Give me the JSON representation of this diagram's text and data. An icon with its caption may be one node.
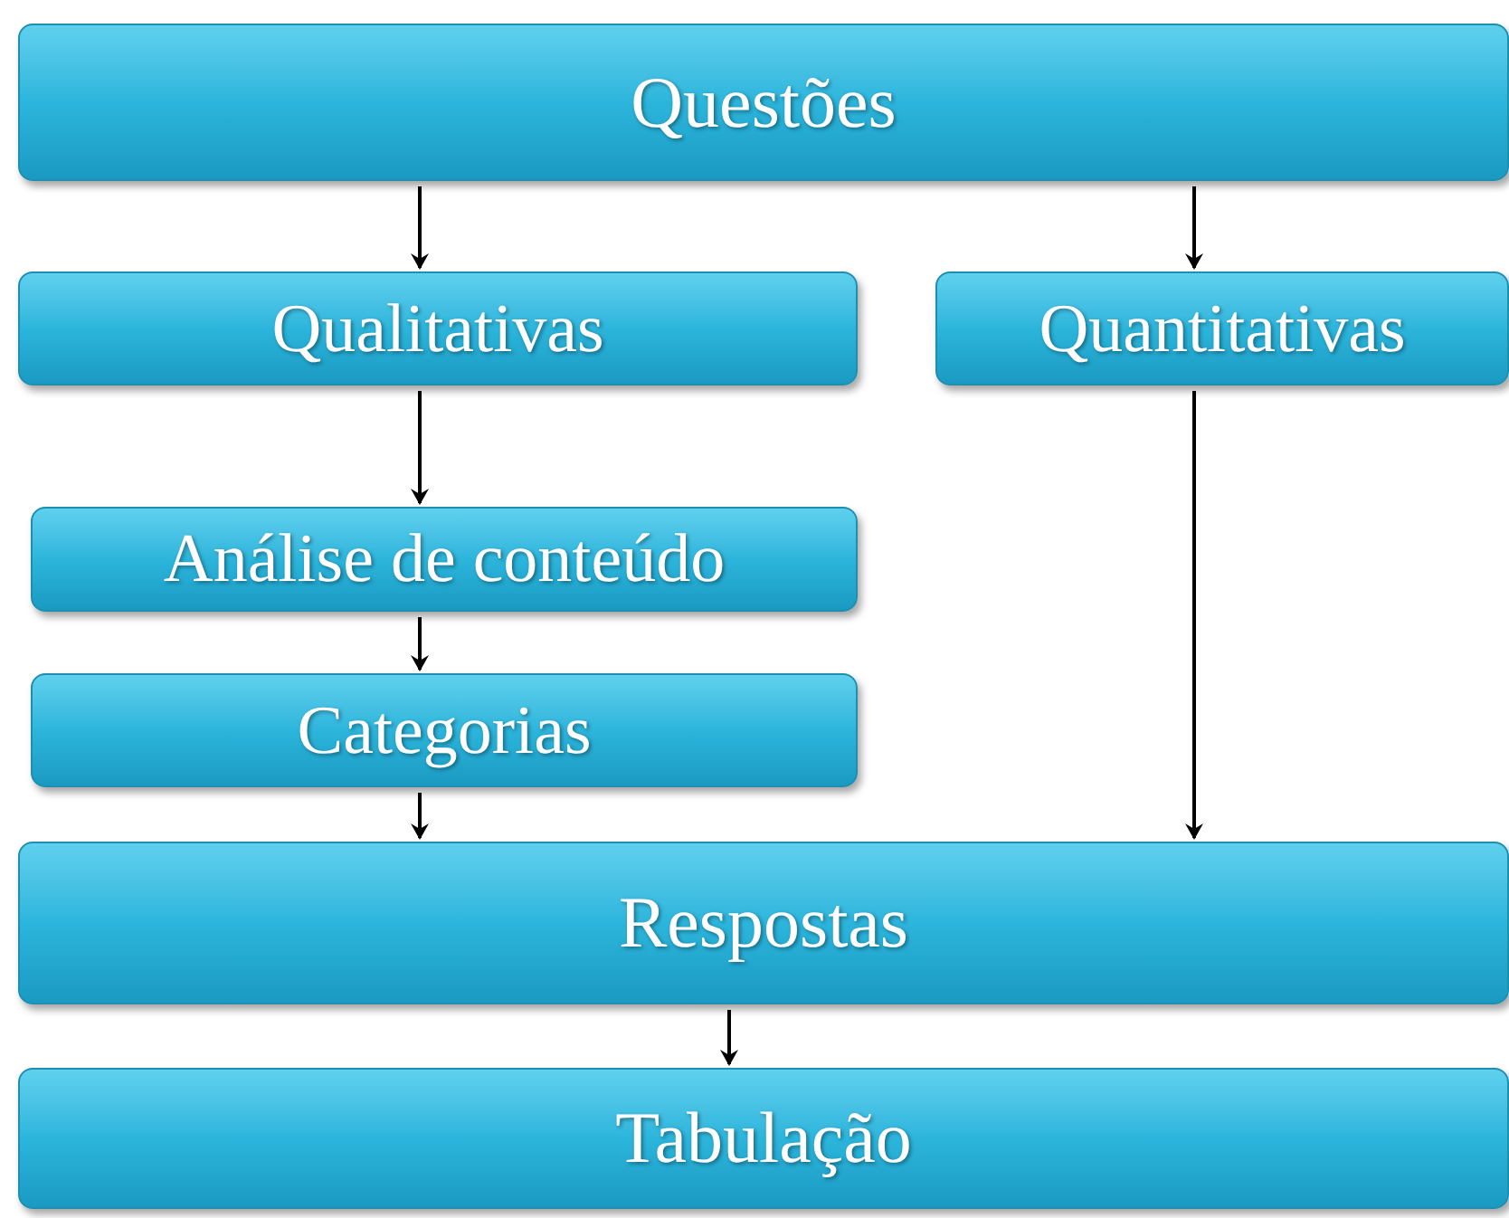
{
  "diagram": {
    "nodes": [
      {
        "text": [
          "Questões"
        ]
      },
      {
        "text": [
          "Qualitativas"
        ]
      },
      {
        "text": [
          "Quantitativas"
        ]
      },
      {
        "text": [
          "Análise de conteúdo"
        ]
      },
      {
        "text": [
          "Categorias"
        ]
      },
      {
        "text": [
          "Respostas"
        ]
      },
      {
        "text": [
          "Tabulação"
        ]
      }
    ],
    "edges": [
      {
        "from": 0,
        "to": 1,
        "arrow": "to"
      },
      {
        "from": 0,
        "to": 2,
        "arrow": "to"
      },
      {
        "from": 1,
        "to": 3,
        "arrow": "to"
      },
      {
        "from": 3,
        "to": 4,
        "arrow": "to"
      },
      {
        "from": 4,
        "to": 5,
        "arrow": "to"
      },
      {
        "from": 2,
        "to": 5,
        "arrow": "to"
      },
      {
        "from": 5,
        "to": 6,
        "arrow": "to"
      }
    ]
  }
}
